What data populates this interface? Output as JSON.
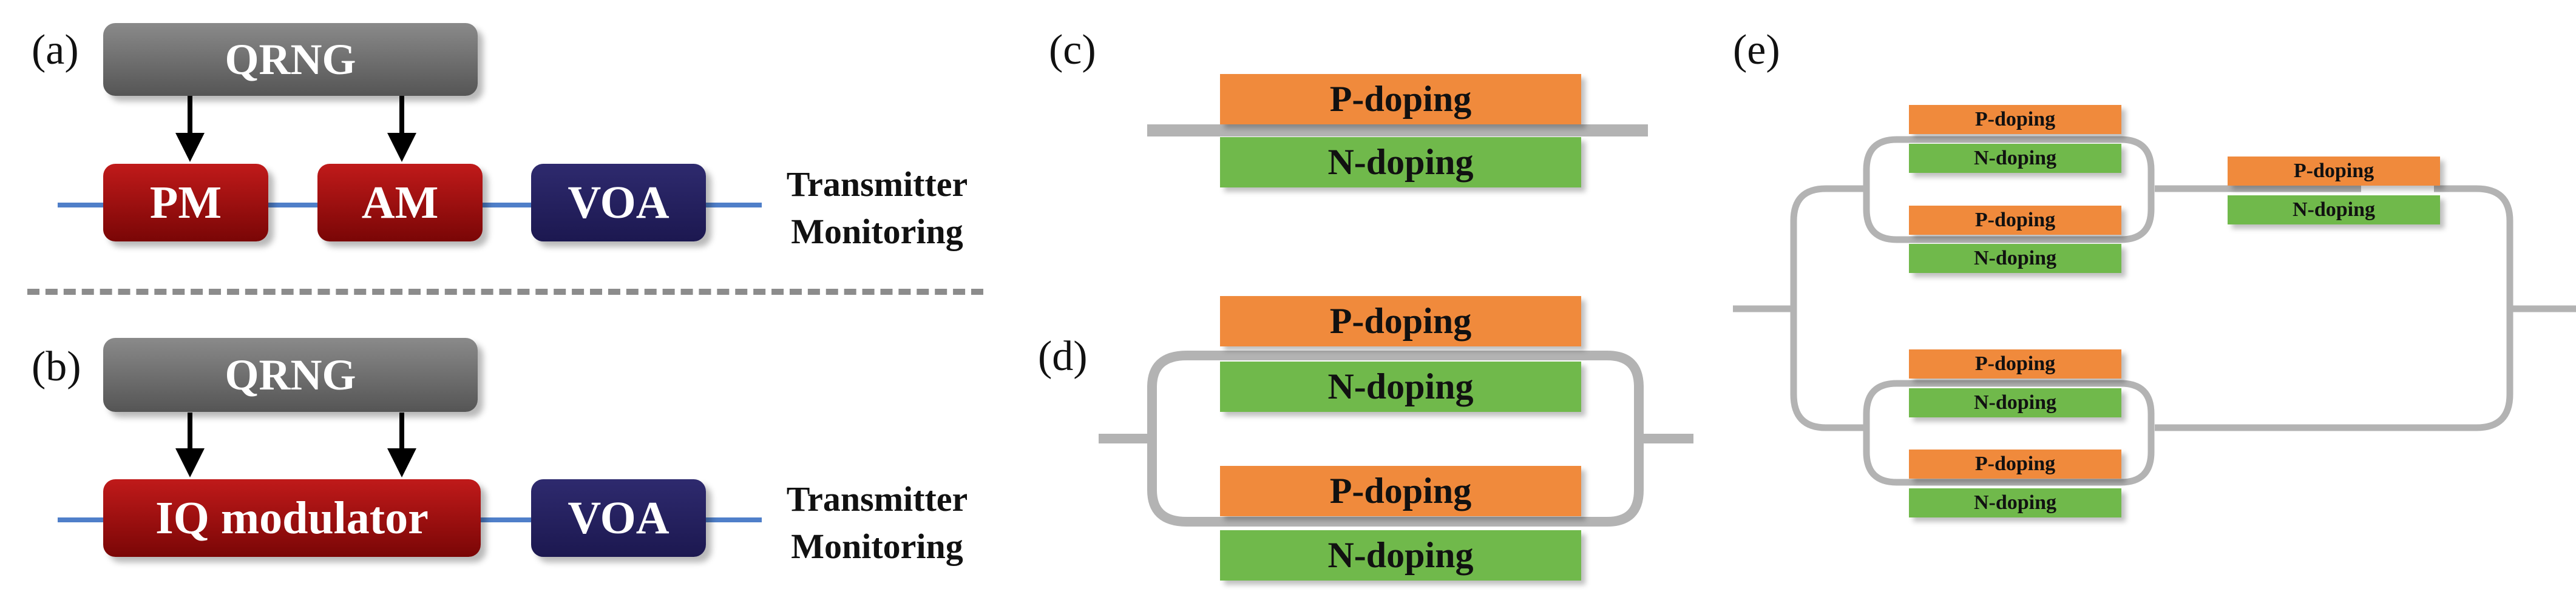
{
  "panel_labels": {
    "a": "(a)",
    "b": "(b)",
    "c": "(c)",
    "d": "(d)",
    "e": "(e)"
  },
  "panel_a": {
    "qrng": "QRNG",
    "pm": "PM",
    "am": "AM",
    "voa": "VOA",
    "monitor_line1": "Transmitter",
    "monitor_line2": "Monitoring"
  },
  "panel_b": {
    "qrng": "QRNG",
    "iq": "IQ modulator",
    "voa": "VOA",
    "monitor_line1": "Transmitter",
    "monitor_line2": "Monitoring"
  },
  "doping": {
    "p": "P-doping",
    "n": "N-doping"
  },
  "colors": {
    "p_doping": "#f08a3c",
    "n_doping": "#70b94b",
    "waveguide": "#b3b3b3",
    "fiber": "#4f7fc9",
    "modulator": "#a01010",
    "voa": "#24205e",
    "qrng": "#707070"
  }
}
